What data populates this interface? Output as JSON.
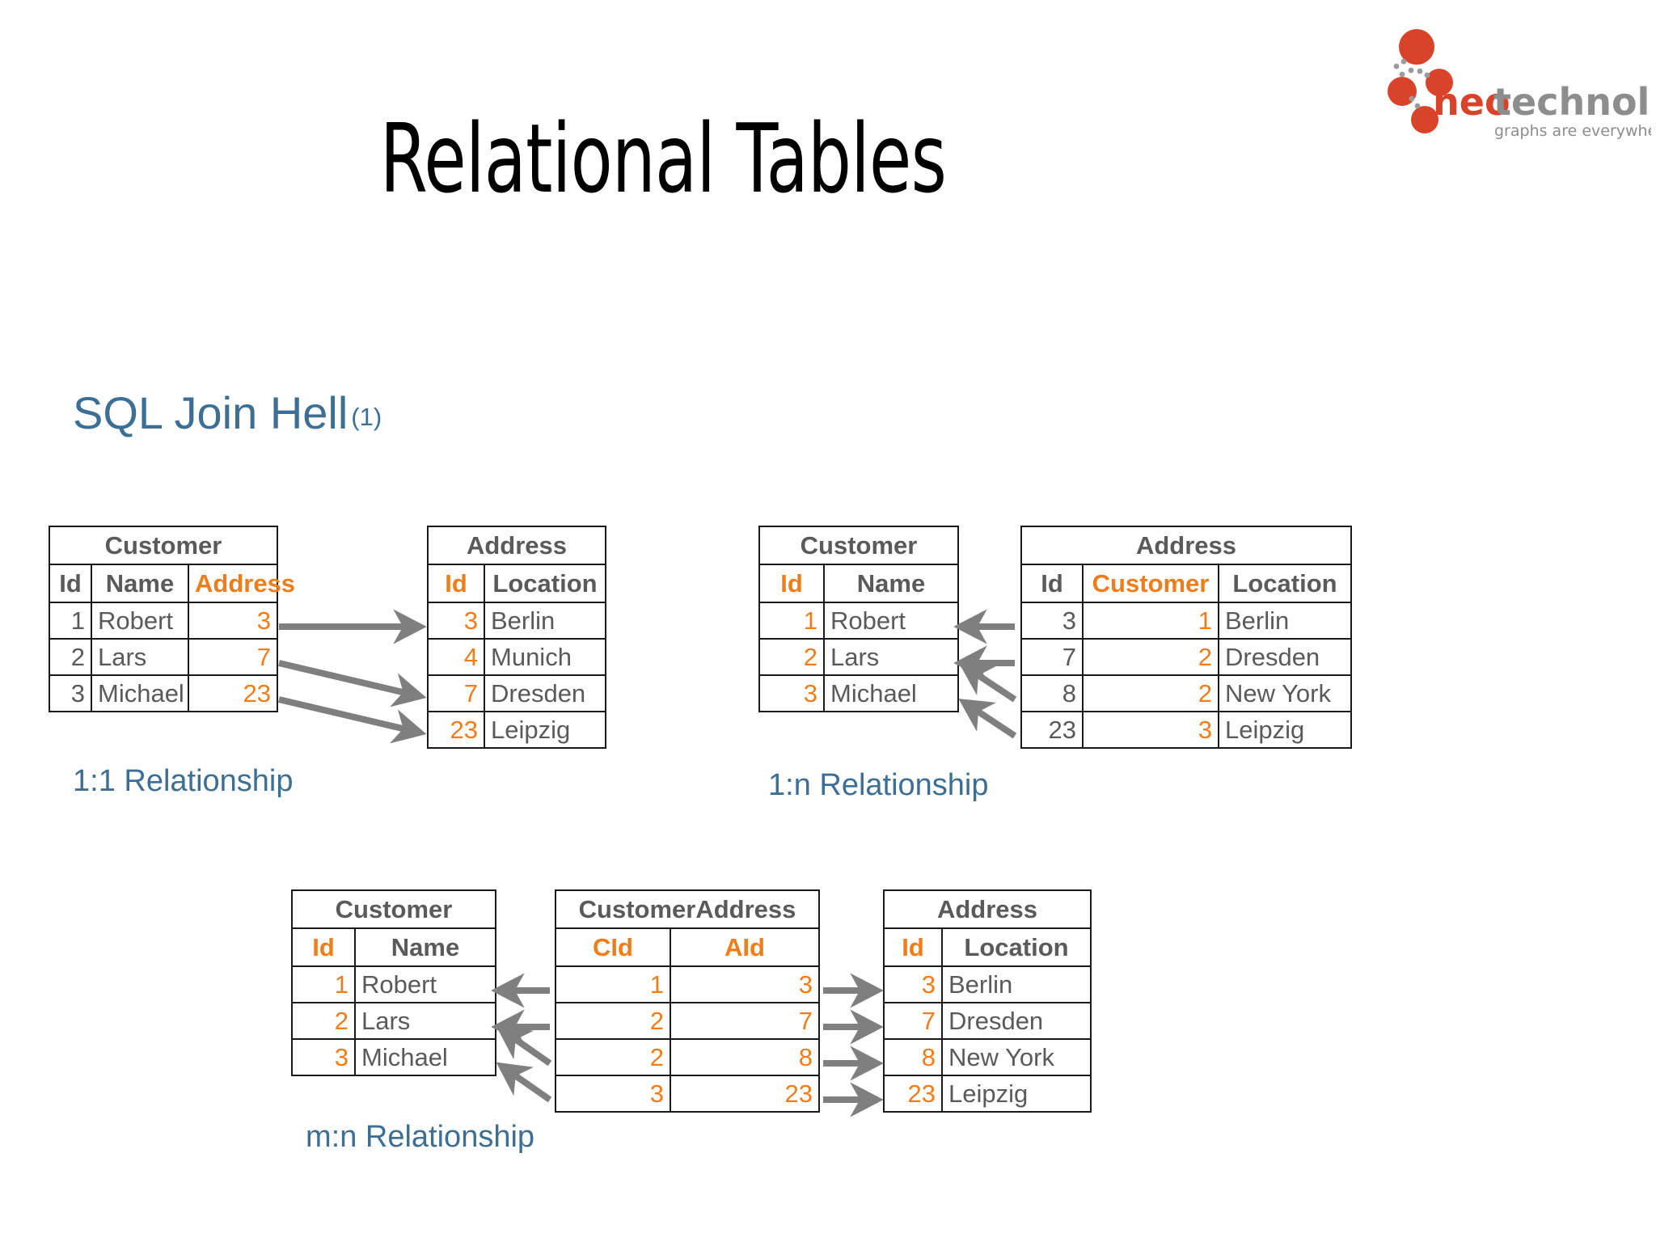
{
  "brand": {
    "logo_name": "neotechnology",
    "logo_word_1": "neo",
    "logo_word_2": "technology",
    "logo_tagline": "graphs are everywhere",
    "logo_red": "#d8432a",
    "logo_gray": "#8d8d8d"
  },
  "colors": {
    "title": "#000000",
    "heading_blue": "#3d6e94",
    "key_orange": "#ef7d1a",
    "value_gray": "#5a5a5a",
    "border": "#1a1a1a",
    "arrow_gray": "#7f7f7f"
  },
  "title": "Relational Tables",
  "section": {
    "heading": "SQL Join Hell",
    "suffix": "(1)"
  },
  "captions": {
    "one_to_one": "1:1 Relationship",
    "one_to_n": "1:n Relationship",
    "m_to_n": "m:n Relationship"
  },
  "groups": {
    "one_to_one": {
      "customer": {
        "name": "Customer",
        "headers": [
          "Id",
          "Name",
          "Address"
        ],
        "rows": [
          [
            "1",
            "Robert",
            "3"
          ],
          [
            "2",
            "Lars",
            "7"
          ],
          [
            "3",
            "Michael",
            "23"
          ]
        ]
      },
      "address": {
        "name": "Address",
        "headers": [
          "Id",
          "Location"
        ],
        "rows": [
          [
            "3",
            "Berlin"
          ],
          [
            "4",
            "Munich"
          ],
          [
            "7",
            "Dresden"
          ],
          [
            "23",
            "Leipzig"
          ]
        ]
      }
    },
    "one_to_n": {
      "customer": {
        "name": "Customer",
        "headers": [
          "Id",
          "Name"
        ],
        "rows": [
          [
            "1",
            "Robert"
          ],
          [
            "2",
            "Lars"
          ],
          [
            "3",
            "Michael"
          ]
        ]
      },
      "address": {
        "name": "Address",
        "headers": [
          "Id",
          "Customer",
          "Location"
        ],
        "rows": [
          [
            "3",
            "1",
            "Berlin"
          ],
          [
            "7",
            "2",
            "Dresden"
          ],
          [
            "8",
            "2",
            "New York"
          ],
          [
            "23",
            "3",
            "Leipzig"
          ]
        ]
      }
    },
    "m_to_n": {
      "customer": {
        "name": "Customer",
        "headers": [
          "Id",
          "Name"
        ],
        "rows": [
          [
            "1",
            "Robert"
          ],
          [
            "2",
            "Lars"
          ],
          [
            "3",
            "Michael"
          ]
        ]
      },
      "junction": {
        "name": "CustomerAddress",
        "headers": [
          "CId",
          "AId"
        ],
        "rows": [
          [
            "1",
            "3"
          ],
          [
            "2",
            "7"
          ],
          [
            "2",
            "8"
          ],
          [
            "3",
            "23"
          ]
        ]
      },
      "address": {
        "name": "Address",
        "headers": [
          "Id",
          "Location"
        ],
        "rows": [
          [
            "3",
            "Berlin"
          ],
          [
            "7",
            "Dresden"
          ],
          [
            "8",
            "New York"
          ],
          [
            "23",
            "Leipzig"
          ]
        ]
      }
    }
  }
}
